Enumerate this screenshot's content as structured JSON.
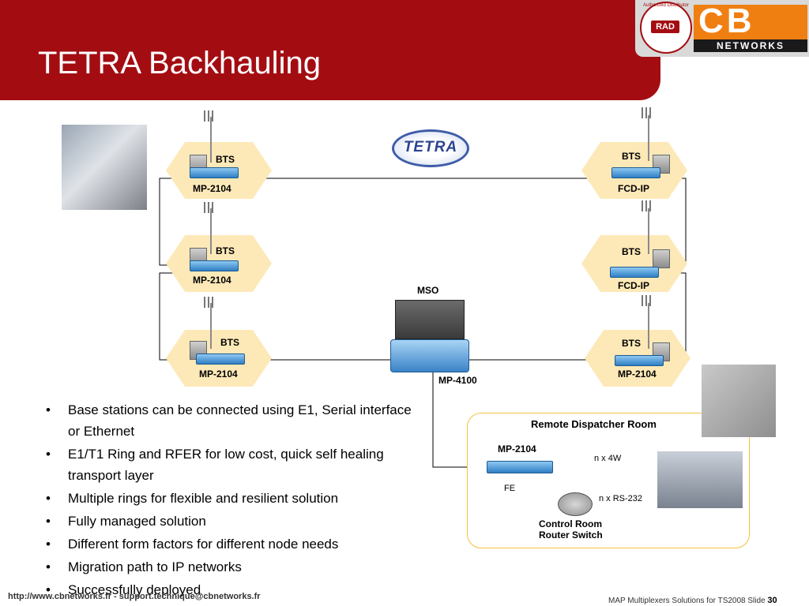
{
  "title": "TETRA Backhauling",
  "logo": {
    "seal_text": "Authorized Distributor",
    "seal_brand": "RAD",
    "brand": "CB",
    "brand_sub": "NETWORKS"
  },
  "tetra_logo": "TETRA",
  "sites": [
    {
      "bts": "BTS",
      "device": "MP-2104"
    },
    {
      "bts": "BTS",
      "device": "MP-2104"
    },
    {
      "bts": "BTS",
      "device": "MP-2104"
    },
    {
      "bts": "BTS",
      "device": "FCD-IP"
    },
    {
      "bts": "BTS",
      "device": "FCD-IP"
    },
    {
      "bts": "BTS",
      "device": "MP-2104"
    }
  ],
  "mso": {
    "label": "MSO",
    "device": "MP-4100"
  },
  "dispatcher": {
    "title": "Remote Dispatcher Room",
    "device": "MP-2104",
    "link_4w": "n x 4W",
    "link_fe": "FE",
    "link_rs232": "n x RS-232",
    "router_label_1": "Control Room",
    "router_label_2": "Router Switch"
  },
  "bullets": [
    "Base stations can be connected using E1, Serial interface or Ethernet",
    "E1/T1 Ring and RFER for low cost, quick self healing transport layer",
    "Multiple rings for flexible and resilient solution",
    "Fully managed solution",
    "Different form factors for different node needs",
    "Migration path to IP networks",
    "Successfully deployed"
  ],
  "footer": {
    "left": "http://www.cbnetworks.fr - support.technique@cbnetworks.fr",
    "right": "MAP Multiplexers Solutions for TS2008  Slide",
    "slide_number": "30"
  },
  "colors": {
    "header": "#a30d12",
    "hex_fill": "#fde9b8",
    "device_blue": "#3a83c7",
    "cb_orange": "#f07f12",
    "box_border": "#f2c13d"
  }
}
